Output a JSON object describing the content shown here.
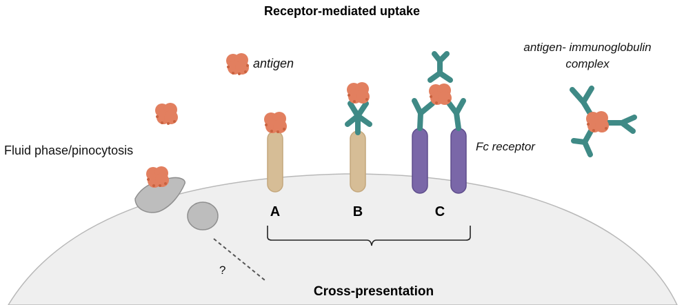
{
  "title": "Receptor-mediated uptake",
  "labels": {
    "antigen": "antigen",
    "complex_line1": "antigen- immunoglobulin",
    "complex_line2": "complex",
    "fluid_phase": "Fluid phase/pinocytosis",
    "fc_receptor": "Fc receptor",
    "question": "?",
    "cross_presentation": "Cross-presentation"
  },
  "receptors": [
    {
      "id": "A",
      "label": "A"
    },
    {
      "id": "B",
      "label": "B"
    },
    {
      "id": "C",
      "label": "C"
    }
  ],
  "colors": {
    "antigen": "#e27f5f",
    "antigen_dots": "#c9623f",
    "receptor_tan": "#d6bd96",
    "receptor_tan_edge": "#c4a77c",
    "fc_receptor": "#7a67a8",
    "fc_receptor_edge": "#5e4d8c",
    "antibody": "#3f8a86",
    "cell": "#efefef",
    "cell_edge": "#b8b8b8",
    "vesicle": "#bdbdbd",
    "vesicle_edge": "#8f8f8f"
  }
}
